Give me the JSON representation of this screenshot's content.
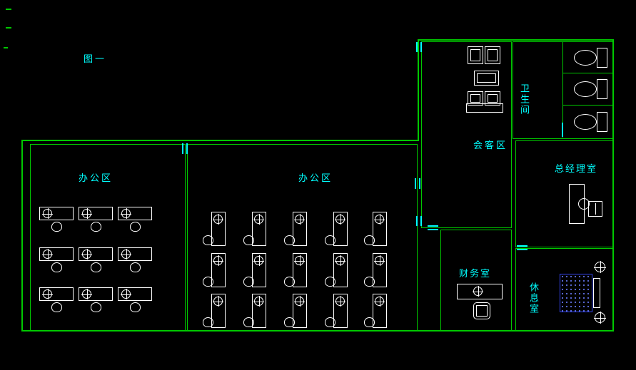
{
  "title": "图一",
  "rooms": {
    "office_left": {
      "label": "办公区",
      "desks": 9
    },
    "office_mid": {
      "label": "办公区",
      "desks": 15
    },
    "reception": {
      "label": "会客区"
    },
    "bathroom": {
      "label": "卫生间",
      "toilets": 3
    },
    "manager": {
      "label": "总经理室"
    },
    "finance": {
      "label": "财务室"
    },
    "rest": {
      "label": "休息室"
    }
  },
  "colors": {
    "background": "#000000",
    "wall": "#00C800",
    "text": "#00FFFF",
    "furniture": "#FFFFFF",
    "door": "#00FFFF",
    "bed": "#3344EE"
  }
}
